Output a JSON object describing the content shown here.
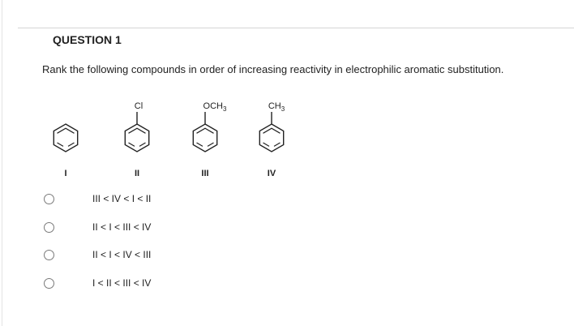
{
  "question": {
    "title": "QUESTION 1",
    "prompt": "Rank the following compounds in order of increasing reactivity in electrophilic aromatic substitution."
  },
  "compounds": [
    {
      "numeral": "I",
      "substituent": ""
    },
    {
      "numeral": "II",
      "substituent": "Cl"
    },
    {
      "numeral": "III",
      "substituent": "OCH",
      "substituent_subscript": "3"
    },
    {
      "numeral": "IV",
      "substituent": "CH",
      "substituent_subscript": "3"
    }
  ],
  "choices": [
    {
      "label": "III < IV < I < II",
      "selected": false
    },
    {
      "label": "II < I < III < IV",
      "selected": false
    },
    {
      "label": "II < I < IV < III",
      "selected": false
    },
    {
      "label": "I < II < III < IV",
      "selected": false
    }
  ]
}
